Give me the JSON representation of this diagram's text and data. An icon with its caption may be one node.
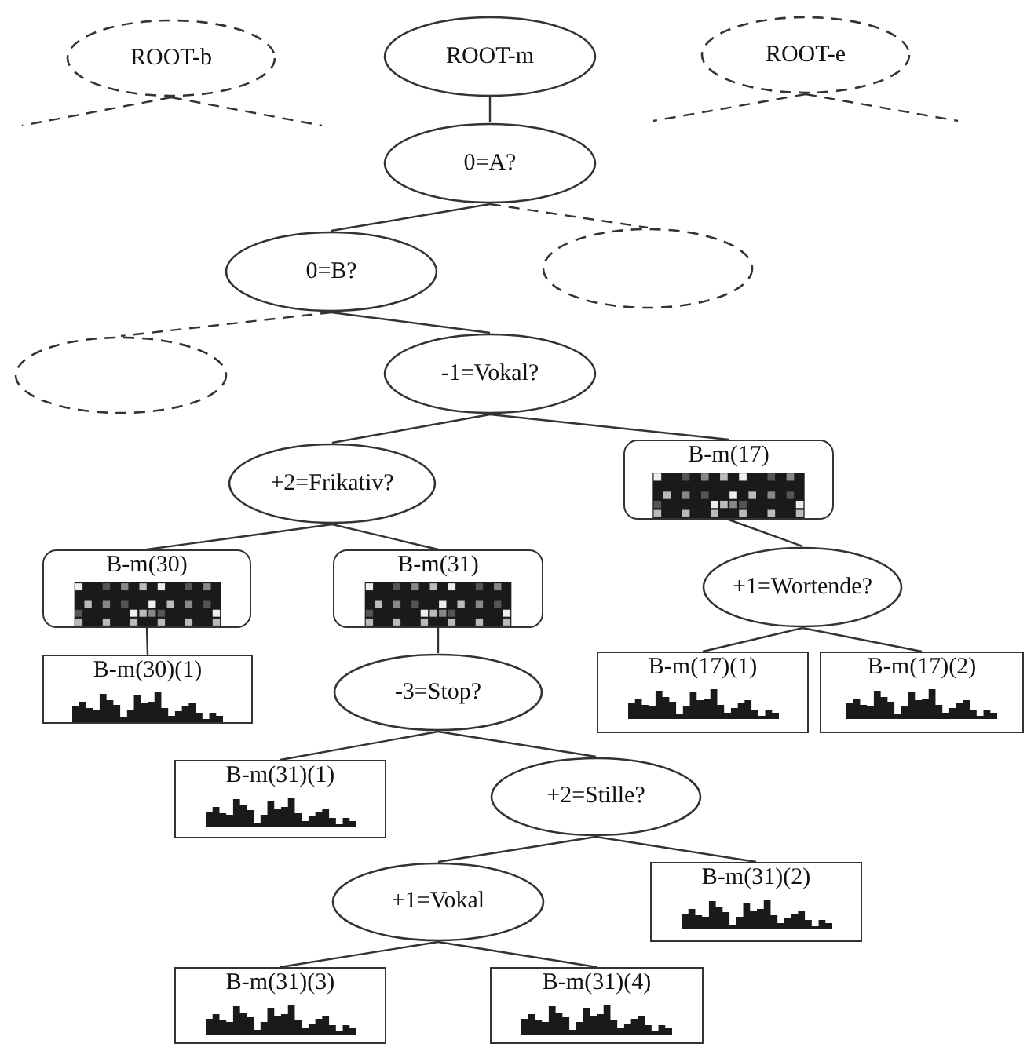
{
  "diagram": {
    "nodes": [
      {
        "text": [
          "ROOT-b"
        ]
      },
      {
        "text": [
          "ROOT-m"
        ]
      },
      {
        "text": [
          "ROOT-e"
        ]
      },
      {
        "text": [
          "0=A?"
        ]
      },
      {
        "text": [
          "0=B?"
        ]
      },
      {
        "text": [],
        "shape": "ellipse"
      },
      {
        "text": [],
        "shape": "ellipse"
      },
      {
        "text": [
          "-1=Vokal?"
        ]
      },
      {
        "text": [
          "+2=Frikativ?"
        ]
      },
      {
        "text": [
          "B-m(17)"
        ]
      },
      {
        "text": [
          "B-m(30)"
        ]
      },
      {
        "text": [
          "B-m(31)"
        ]
      },
      {
        "text": [
          "+1=Wortende?"
        ]
      },
      {
        "text": [
          "B-m(30)(1)"
        ]
      },
      {
        "text": [
          "-3=Stop?"
        ]
      },
      {
        "text": [
          "B-m(17)(1)"
        ]
      },
      {
        "text": [
          "B-m(17)(2)"
        ]
      },
      {
        "text": [
          "B-m(31)(1)"
        ]
      },
      {
        "text": [
          "+2=Stille?"
        ]
      },
      {
        "text": [
          "B-m(31)(2)"
        ]
      },
      {
        "text": [
          "+1=Vokal"
        ]
      },
      {
        "text": [
          "B-m(31)(3)"
        ]
      },
      {
        "text": [
          "B-m(31)(4)"
        ]
      }
    ],
    "edges": [
      {
        "from": 0,
        "to": null,
        "arrow": "none",
        "style": "dashed"
      },
      {
        "from": 0,
        "to": null,
        "arrow": "none",
        "style": "dashed"
      },
      {
        "from": 2,
        "to": null,
        "arrow": "none",
        "style": "dashed"
      },
      {
        "from": 2,
        "to": null,
        "arrow": "none",
        "style": "dashed"
      },
      {
        "from": 1,
        "to": 3,
        "arrow": "none"
      },
      {
        "from": 3,
        "to": 4,
        "arrow": "none"
      },
      {
        "from": 3,
        "to": 5,
        "arrow": "none",
        "style": "dashed"
      },
      {
        "from": 4,
        "to": 6,
        "arrow": "none",
        "style": "dashed"
      },
      {
        "from": 4,
        "to": 7,
        "arrow": "none"
      },
      {
        "from": 7,
        "to": 8,
        "arrow": "none"
      },
      {
        "from": 7,
        "to": 9,
        "arrow": "none"
      },
      {
        "from": 8,
        "to": 10,
        "arrow": "none"
      },
      {
        "from": 8,
        "to": 11,
        "arrow": "none"
      },
      {
        "from": 9,
        "to": 12,
        "arrow": "none"
      },
      {
        "from": 10,
        "to": 13,
        "arrow": "none"
      },
      {
        "from": 11,
        "to": 14,
        "arrow": "none"
      },
      {
        "from": 12,
        "to": 15,
        "arrow": "none"
      },
      {
        "from": 12,
        "to": 16,
        "arrow": "none"
      },
      {
        "from": 14,
        "to": 17,
        "arrow": "none"
      },
      {
        "from": 14,
        "to": 18,
        "arrow": "none"
      },
      {
        "from": 18,
        "to": 20,
        "arrow": "none"
      },
      {
        "from": 18,
        "to": 19,
        "arrow": "none"
      },
      {
        "from": 20,
        "to": 21,
        "arrow": "none"
      },
      {
        "from": 20,
        "to": 22,
        "arrow": "none"
      }
    ]
  }
}
